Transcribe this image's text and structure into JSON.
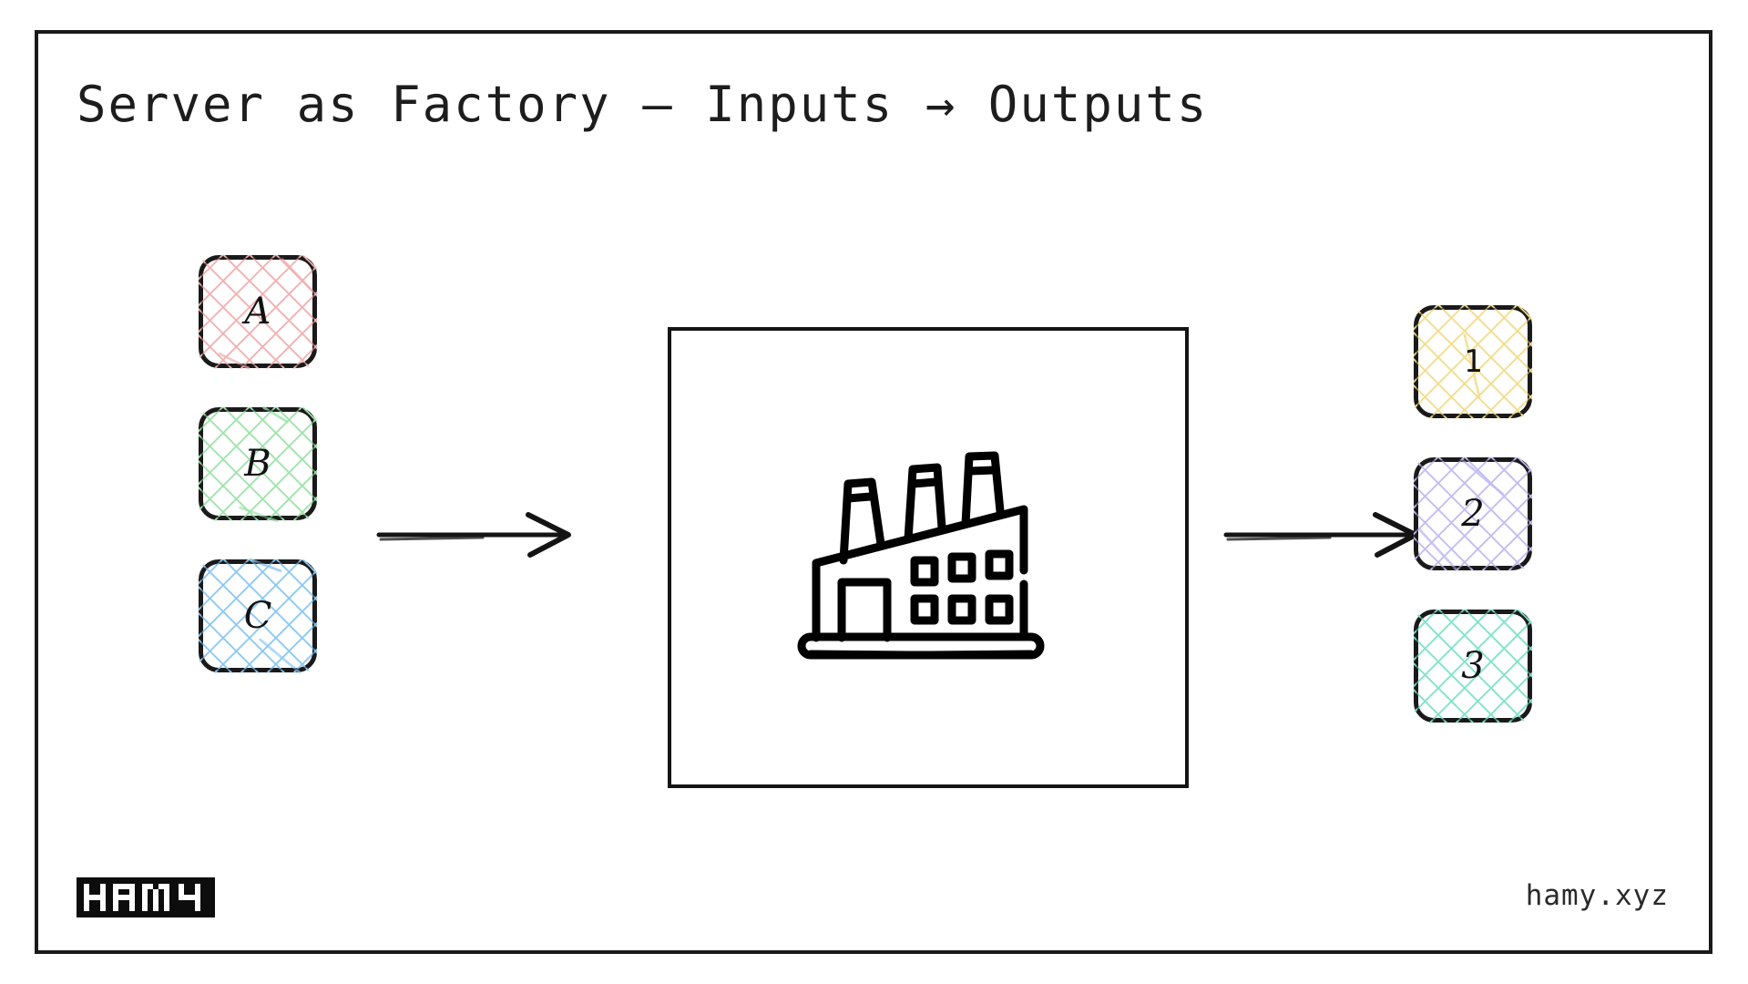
{
  "slide": {
    "title": "Server as Factory — Inputs → Outputs",
    "background_color": "#ffffff",
    "border_color": "#1a1a1a"
  },
  "inputs": {
    "group_name": "inputs",
    "items": [
      {
        "label": "A",
        "color": "#f2b0b0",
        "name": "input-node-a"
      },
      {
        "label": "B",
        "color": "#9fe3ab",
        "name": "input-node-b"
      },
      {
        "label": "C",
        "color": "#8cc8f2",
        "name": "input-node-c"
      }
    ]
  },
  "processor": {
    "name": "factory",
    "icon": "factory-icon",
    "border_color": "#141414"
  },
  "outputs": {
    "group_name": "outputs",
    "items": [
      {
        "label": "1",
        "color": "#f2dd8c",
        "name": "output-node-1"
      },
      {
        "label": "2",
        "color": "#c3bcf0",
        "name": "output-node-2"
      },
      {
        "label": "3",
        "color": "#7fe3c8",
        "name": "output-node-3"
      }
    ]
  },
  "arrows": [
    {
      "name": "arrow-inputs-to-factory",
      "direction": "right"
    },
    {
      "name": "arrow-factory-to-outputs",
      "direction": "right"
    }
  ],
  "footer": {
    "logo_text": "HAMY",
    "site": "hamy.xyz"
  }
}
